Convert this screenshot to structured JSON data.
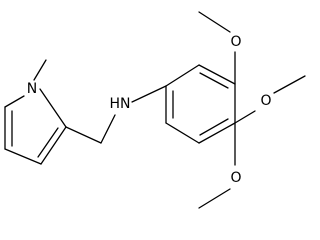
{
  "molecule": {
    "atoms": {
      "pyrrole_n": "N",
      "amine": "HN",
      "methoxy_top": "O",
      "methoxy_right": "O",
      "methoxy_bottom": "O"
    }
  },
  "colors": {
    "bond": "#000000",
    "text": "#000000",
    "background": "#ffffff"
  }
}
